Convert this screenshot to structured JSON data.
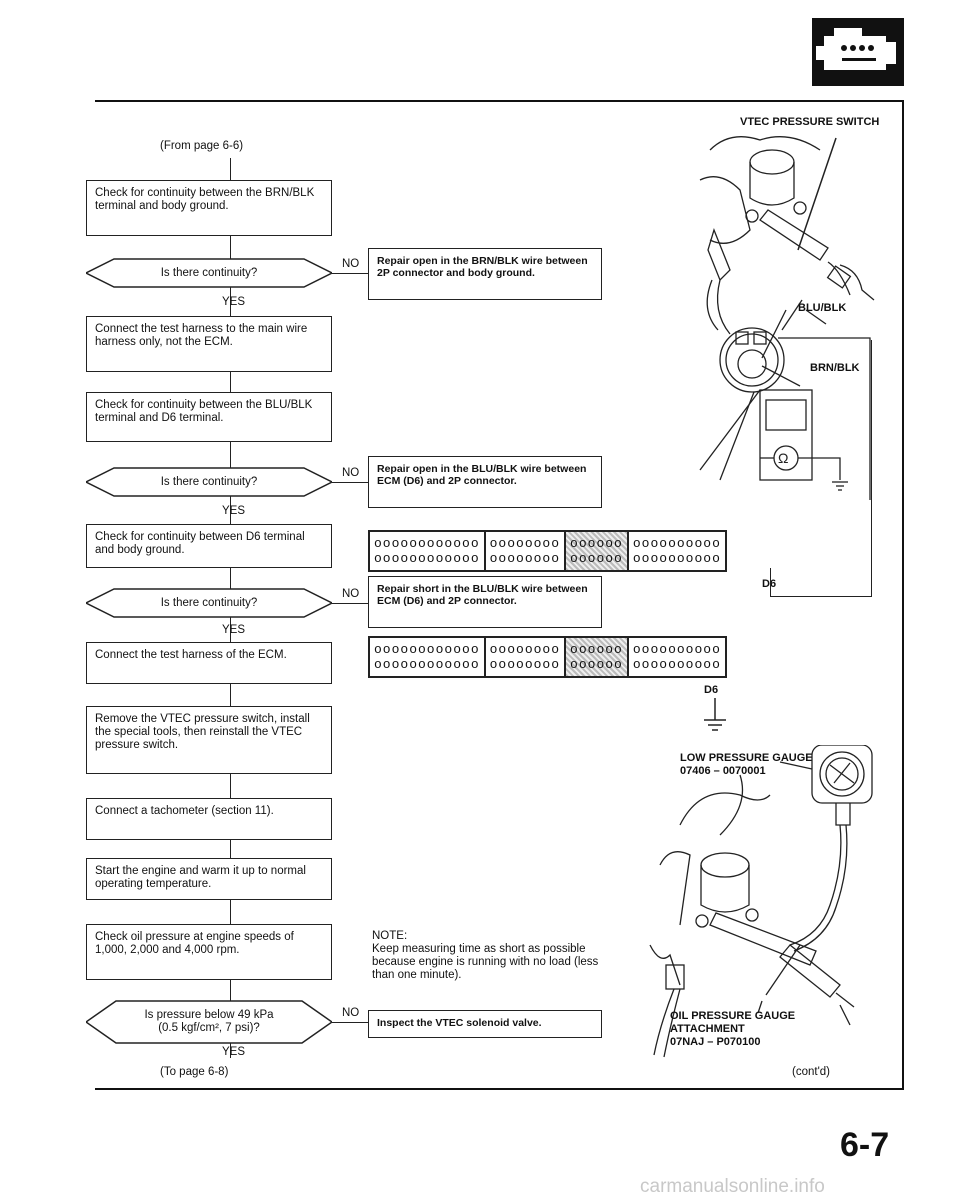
{
  "page": {
    "from_page": "(From page 6-6)",
    "to_page": "(To page 6-8)",
    "contd": "(cont'd)",
    "page_number": "6-7",
    "watermark": "carmanualsonline.info"
  },
  "flow": {
    "step1": "Check for continuity between the BRN/BLK terminal and body ground.",
    "q1": "Is there continuity?",
    "q1_no": "NO",
    "q1_yes": "YES",
    "r1": "Repair open in the BRN/BLK wire between 2P connector and body ground.",
    "step2": "Connect the test harness to the main wire harness only, not the ECM.",
    "step3": "Check for continuity between the BLU/BLK terminal and D6 terminal.",
    "q2": "Is there continuity?",
    "q2_no": "NO",
    "q2_yes": "YES",
    "r2": "Repair open in the BLU/BLK wire between ECM (D6) and 2P connector.",
    "step4": "Check for continuity between D6 terminal and body ground.",
    "q3": "Is there continuity?",
    "q3_no": "NO",
    "q3_yes": "YES",
    "r3": "Repair short in the BLU/BLK wire between ECM (D6) and 2P connector.",
    "step5": "Connect the test harness of the ECM.",
    "step6": "Remove the VTEC pressure switch, install the special tools, then reinstall the VTEC pressure switch.",
    "step7": "Connect a tachometer (section 11).",
    "step8": "Start the engine and warm it up to normal operating temperature.",
    "step9": "Check oil pressure at engine speeds of 1,000, 2,000 and 4,000 rpm.",
    "q4_line1": "Is pressure below 49 kPa",
    "q4_line2": "(0.5 kgf/cm², 7 psi)?",
    "q4_no": "NO",
    "q4_yes": "YES",
    "r4": "Inspect the VTEC solenoid valve.",
    "note_title": "NOTE:",
    "note_body": "Keep measuring time as short as possible because engine is running with no load (less than one minute)."
  },
  "figure": {
    "vtec_switch": "VTEC PRESSURE SWITCH",
    "blu_blk": "BLU/BLK",
    "brn_blk": "BRN/BLK",
    "d6_a": "D6",
    "d6_b": "D6",
    "low_gauge_line1": "LOW PRESSURE GAUGE",
    "low_gauge_line2": "07406 – 0070001",
    "oil_gauge_line1": "OIL PRESSURE GAUGE",
    "oil_gauge_line2": "ATTACHMENT",
    "oil_gauge_line3": "07NAJ – P070100",
    "connector_rows": [
      "oooooooooooo",
      "oooooooo",
      "oooooo",
      "oooooooooo"
    ]
  }
}
